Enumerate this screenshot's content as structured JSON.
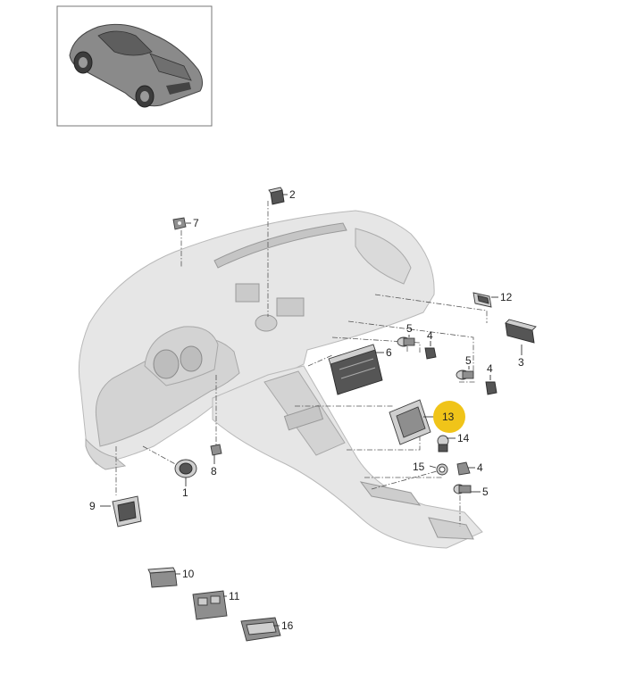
{
  "highlight_color": "#f0c419",
  "thumbnail": {
    "icon": "car-thumbnail-icon"
  },
  "callouts": {
    "c1": "1",
    "c2": "2",
    "c3": "3",
    "c4a": "4",
    "c4b": "4",
    "c4c": "4",
    "c5a": "5",
    "c5b": "5",
    "c5c": "5",
    "c6": "6",
    "c7": "7",
    "c8": "8",
    "c9": "9",
    "c10": "10",
    "c11": "11",
    "c12": "12",
    "c13": "13",
    "c14": "14",
    "c15": "15",
    "c16": "16"
  }
}
